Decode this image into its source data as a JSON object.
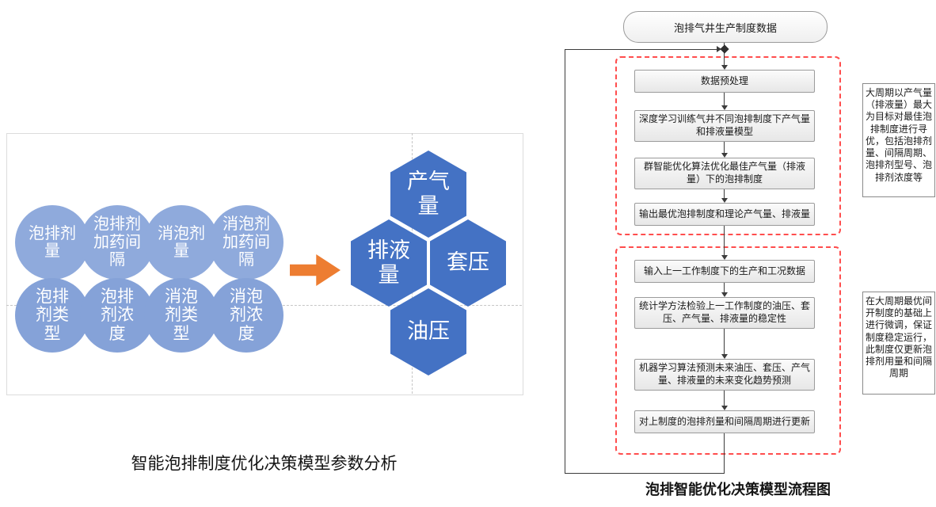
{
  "left_diagram": {
    "caption": "智能泡排制度优化决策模型参数分析",
    "circles": [
      "泡排剂\n量",
      "泡排剂\n加药间\n隔",
      "消泡剂\n量",
      "消泡剂\n加药间\n隔",
      "泡排\n剂类\n型",
      "泡排\n剂浓\n度",
      "消泡\n剂类\n型",
      "消泡\n剂浓\n度"
    ],
    "hexagons": {
      "top": "产气\n量",
      "left": "排液\n量",
      "right": "套压",
      "bottom": "油压"
    },
    "colors": {
      "circle_row1": "#8FAADC",
      "circle_row2": "#85A2D8",
      "hexagon": "#4472C4",
      "arrow": "#ED7D31"
    }
  },
  "flowchart": {
    "caption": "泡排智能优化决策模型流程图",
    "start": "泡排气井生产制度数据",
    "phase1_steps": [
      "数据预处理",
      "深度学习训练气井不同泡排制度下产气量和排液量模型",
      "群智能优化算法优化最佳产气量（排液量）下的泡排制度",
      "输出最优泡排制度和理论产气量、排液量"
    ],
    "phase2_steps": [
      "输入上一工作制度下的生产和工况数据",
      "统计学方法检验上一工作制度的油压、套压、产气量、排液量的稳定性",
      "机器学习算法预测未来油压、套压、产气量、排液量的未来变化趋势预测",
      "对上制度的泡排剂量和间隔周期进行更新"
    ],
    "side_notes": [
      "大周期以产气量（排液量）最大为目标对最佳泡排制度进行寻优，包括泡排剂量、间隔周期、泡排剂型号、泡排剂浓度等",
      "在大周期最优间开制度的基础上进行微调，保证制度稳定运行，此制度仅更新泡排剂用量和间隔周期"
    ],
    "colors": {
      "dashed_border": "#FF4D4D",
      "line": "#3c3c3c"
    }
  }
}
